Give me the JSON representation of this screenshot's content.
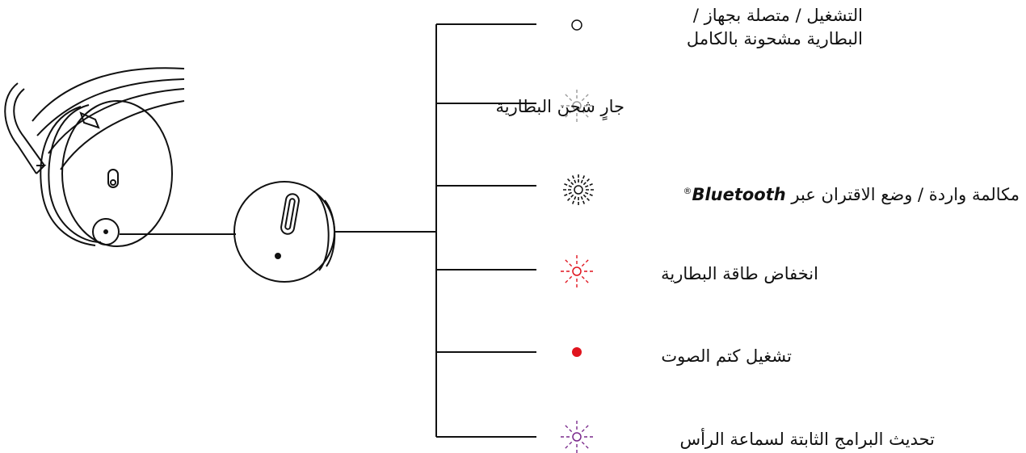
{
  "legend": [
    {
      "id": "on",
      "lines": [
        "التشغيل / متصلة بجهاز /",
        "البطارية مشحونة بالكامل"
      ],
      "indicator": "ring",
      "color": "#111111"
    },
    {
      "id": "charging",
      "lines": [
        "جارٍ شحن البطارية"
      ],
      "indicator": "flash-soft",
      "color": "#999999"
    },
    {
      "id": "bt",
      "prefix": "مكالمة واردة / وضع الاقتران عبر ",
      "brand": "Bluetooth",
      "sup": "®",
      "indicator": "flash-strong",
      "color": "#111111"
    },
    {
      "id": "low",
      "lines": [
        "انخفاض طاقة البطارية"
      ],
      "indicator": "flash-soft",
      "color": "#e0141e"
    },
    {
      "id": "mute",
      "lines": [
        "تشغيل كتم الصوت"
      ],
      "indicator": "dot",
      "color": "#e0141e"
    },
    {
      "id": "fw",
      "lines": [
        "تحديث البرامج الثابتة لسماعة الرأس"
      ],
      "indicator": "flash-soft",
      "color": "#7a2a8c"
    }
  ]
}
